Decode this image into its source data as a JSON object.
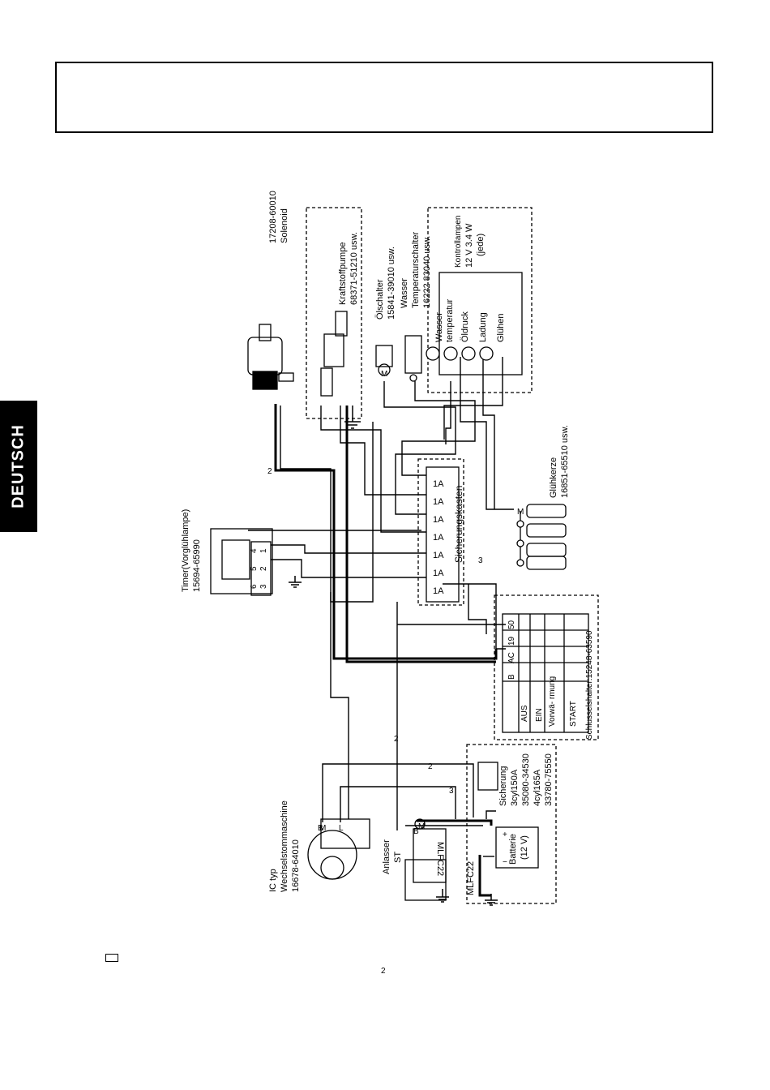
{
  "section_tab": "DEUTSCH",
  "page_number": "2",
  "components": {
    "solenoid": [
      "Solenoid",
      "17208-60010"
    ],
    "fuel_pump": [
      "Kraftstoffpumpe",
      "68371-51210 usw."
    ],
    "oil_switch": [
      "Ölschalter",
      "15841-39010 usw."
    ],
    "water_temp_switch": [
      "Wasser",
      "Temperaturschalter",
      "16222 83040 usw."
    ],
    "indicator_lamps": [
      "Kontrollampen",
      "12 V  3.4 W",
      "(jede)"
    ],
    "lamp_labels": [
      "Wasser-",
      "temperatur",
      "Öldruck",
      "Ladung",
      "Glühen"
    ],
    "fuse_box": "Sicherungskasten",
    "fuse_ratings": [
      "1A",
      "1A",
      "1A",
      "1A",
      "1A",
      "1A",
      "1A"
    ],
    "glow_plug": [
      "Glühkerze",
      "16851-65510 usw."
    ],
    "timer": [
      "Timer(Vorglühlampe)",
      "15694-65990"
    ],
    "timer_terminals": [
      "4",
      "5",
      "6",
      "1",
      "2",
      "3"
    ],
    "alternator": [
      "IC typ",
      "Wechselstommaschine",
      "16678-64010"
    ],
    "starter": [
      "Anlasser",
      "ST"
    ],
    "battery": [
      "Batterie",
      "(12 V)"
    ],
    "main_fuse": [
      "Sicherung",
      "3cyl150A",
      "35080-34530",
      "4cyl165A",
      "33780-75550"
    ],
    "cable_labels": [
      "MLFC22",
      "MLFC22"
    ],
    "key_switch_caption": "Schlusselshalter:15248-63590",
    "terminal_marks": [
      "B",
      "B",
      "M",
      "M",
      "M",
      "M",
      "L",
      "+",
      "−"
    ],
    "wire_numbers": [
      "2",
      "2",
      "2",
      "3",
      "3"
    ]
  },
  "key_switch_table": {
    "columns": [
      "B",
      "AC",
      "19",
      "50"
    ],
    "rows": [
      "AUS",
      "EIN",
      "Vorwä-\nrmung",
      "START"
    ]
  }
}
